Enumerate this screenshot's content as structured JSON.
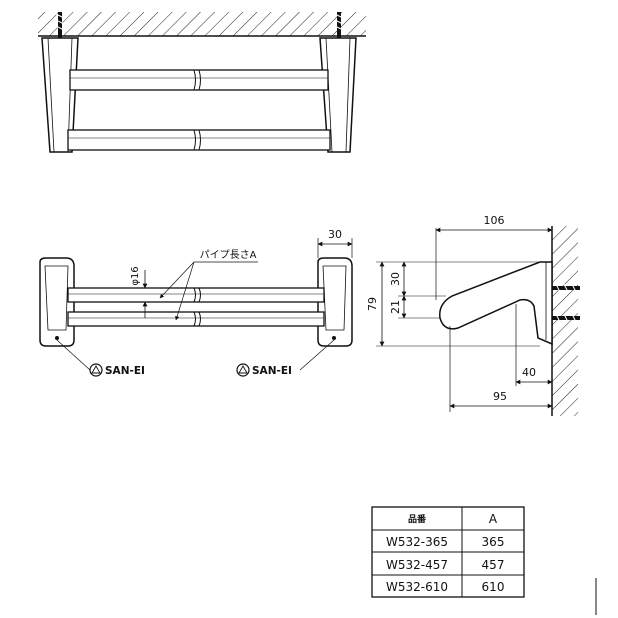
{
  "top_view": {
    "title": ""
  },
  "front_view": {
    "dim_bracket_width": "30",
    "dim_pipe_diameter": "φ16",
    "label_pipe_length": "パイプ長さA",
    "brand_left": "SAN-EI",
    "brand_right": "SAN-EI"
  },
  "side_view": {
    "dim_depth": "106",
    "dim_height_total": "79",
    "dim_height_upper": "30",
    "dim_height_lower": "21",
    "dim_base_offset": "40",
    "dim_projection": "95"
  },
  "spec_table": {
    "headers": [
      "品番",
      "A"
    ],
    "rows": [
      [
        "W532-365",
        "365"
      ],
      [
        "W532-457",
        "457"
      ],
      [
        "W532-610",
        "610"
      ]
    ]
  }
}
